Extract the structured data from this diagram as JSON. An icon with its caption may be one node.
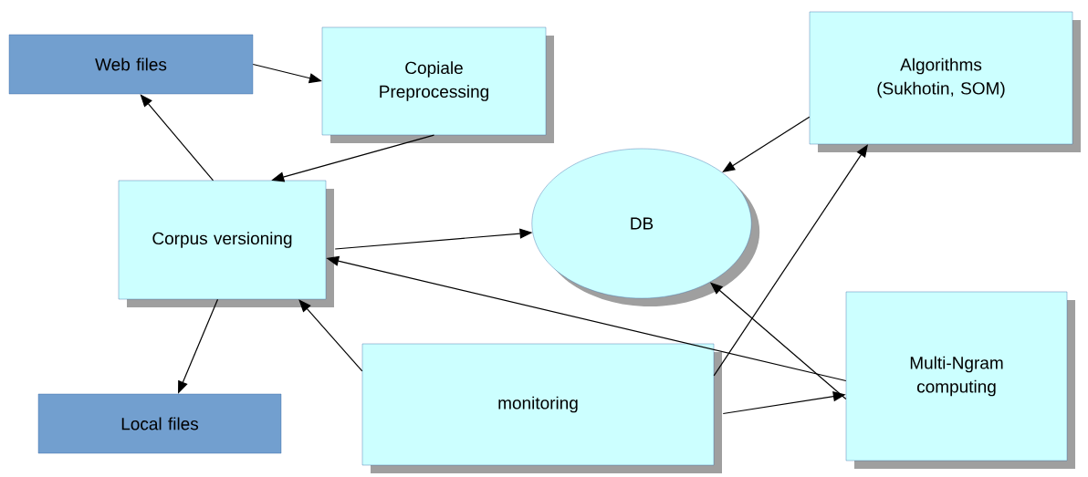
{
  "diagram": {
    "nodes": [
      {
        "text": [
          "Web files"
        ]
      },
      {
        "text": [
          "Copiale Preprocessing"
        ]
      },
      {
        "text": [
          "Algorithms (Sukhotin, SOM)"
        ]
      },
      {
        "text": [
          "Corpus versioning"
        ]
      },
      {
        "text": [
          "DB"
        ]
      },
      {
        "text": [
          "Local files"
        ]
      },
      {
        "text": [
          "monitoring"
        ]
      },
      {
        "text": [
          "Multi-Ngram computing"
        ]
      }
    ],
    "edges": [
      {
        "from": 0,
        "to": 1,
        "arrow": "to"
      },
      {
        "from": 1,
        "to": 3,
        "arrow": "to"
      },
      {
        "from": 3,
        "to": 0,
        "arrow": "to"
      },
      {
        "from": 3,
        "to": 4,
        "arrow": "to"
      },
      {
        "from": 2,
        "to": 4,
        "arrow": "to"
      },
      {
        "from": 3,
        "to": 5,
        "arrow": "to"
      },
      {
        "from": 6,
        "to": 3,
        "arrow": "to"
      },
      {
        "from": 7,
        "to": 3,
        "arrow": "to"
      },
      {
        "from": 7,
        "to": 4,
        "arrow": "to"
      },
      {
        "from": 6,
        "to": 2,
        "arrow": "to"
      },
      {
        "from": 6,
        "to": 7,
        "arrow": "to"
      }
    ]
  }
}
